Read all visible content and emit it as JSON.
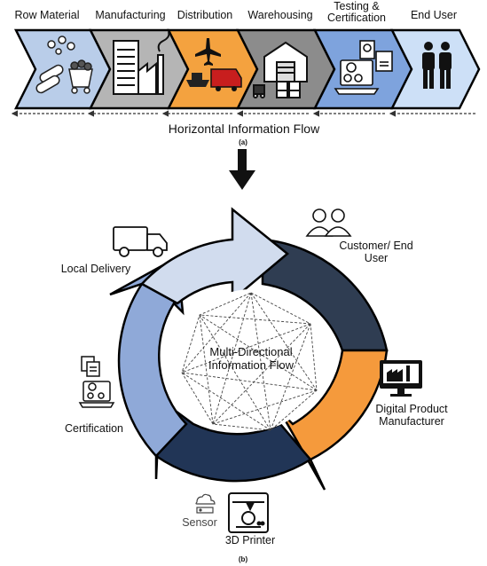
{
  "supply_chain": {
    "stages": [
      {
        "label": "Row Material",
        "fill": "#b9cde9"
      },
      {
        "label": "Manufacturing",
        "fill": "#b5b5b5"
      },
      {
        "label": "Distribution",
        "fill": "#f4a23f"
      },
      {
        "label": "Warehousing",
        "fill": "#8c8c8c"
      },
      {
        "label": "Testing &\nCertification",
        "fill": "#7ea3dd"
      },
      {
        "label": "End User",
        "fill": "#cde0f7"
      }
    ],
    "flow_label": "Horizontal Information Flow",
    "panel_tag": "(a)"
  },
  "circular": {
    "center_label_1": "Multi-Directional",
    "center_label_2": "Information Flow",
    "nodes": [
      {
        "label": "Customer/ End\nUser",
        "icon": "people-icon"
      },
      {
        "label": "Digital Product\nManufacturer",
        "icon": "factory-monitor-icon"
      },
      {
        "label": "3D Printer",
        "icon": "3d-printer-icon"
      },
      {
        "label": "Sensor",
        "icon": "cloud-sensor-icon"
      },
      {
        "label": "Certification",
        "icon": "certificate-laptop-icon"
      },
      {
        "label": "Local Delivery",
        "icon": "truck-icon"
      }
    ],
    "segment_colors": [
      "#2f3d52",
      "#f59a3c",
      "#213556",
      "#8fa9d8",
      "#d1dcee"
    ],
    "panel_tag": "(b)"
  }
}
